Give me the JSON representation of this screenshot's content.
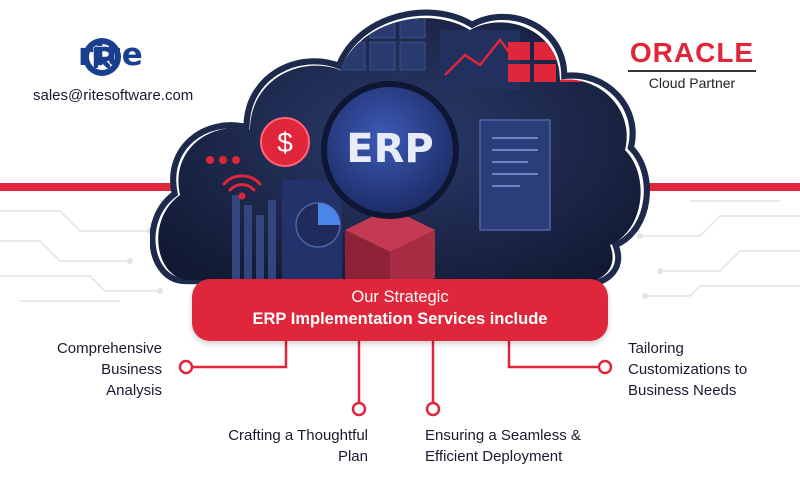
{
  "brand": {
    "logo_text": "rite",
    "email": "sales@ritesoftware.com"
  },
  "partner": {
    "name": "ORACLE",
    "tagline": "Cloud Partner"
  },
  "hero": {
    "center_label": "ERP",
    "dollar_symbol": "$"
  },
  "banner": {
    "line1": "Our Strategic",
    "line2": "ERP Implementation Services include"
  },
  "services": [
    {
      "lines": [
        "Comprehensive",
        "Business",
        "Analysis"
      ]
    },
    {
      "lines": [
        "Crafting a Thoughtful",
        "Plan"
      ]
    },
    {
      "lines": [
        "Ensuring a Seamless &",
        "Efficient Deployment"
      ]
    },
    {
      "lines": [
        "Tailoring",
        "Customizations to",
        "Business Needs"
      ]
    }
  ],
  "colors": {
    "accent_red": "#e0263a",
    "brand_blue": "#1b3f8f",
    "cloud_dark": "#16223f"
  }
}
